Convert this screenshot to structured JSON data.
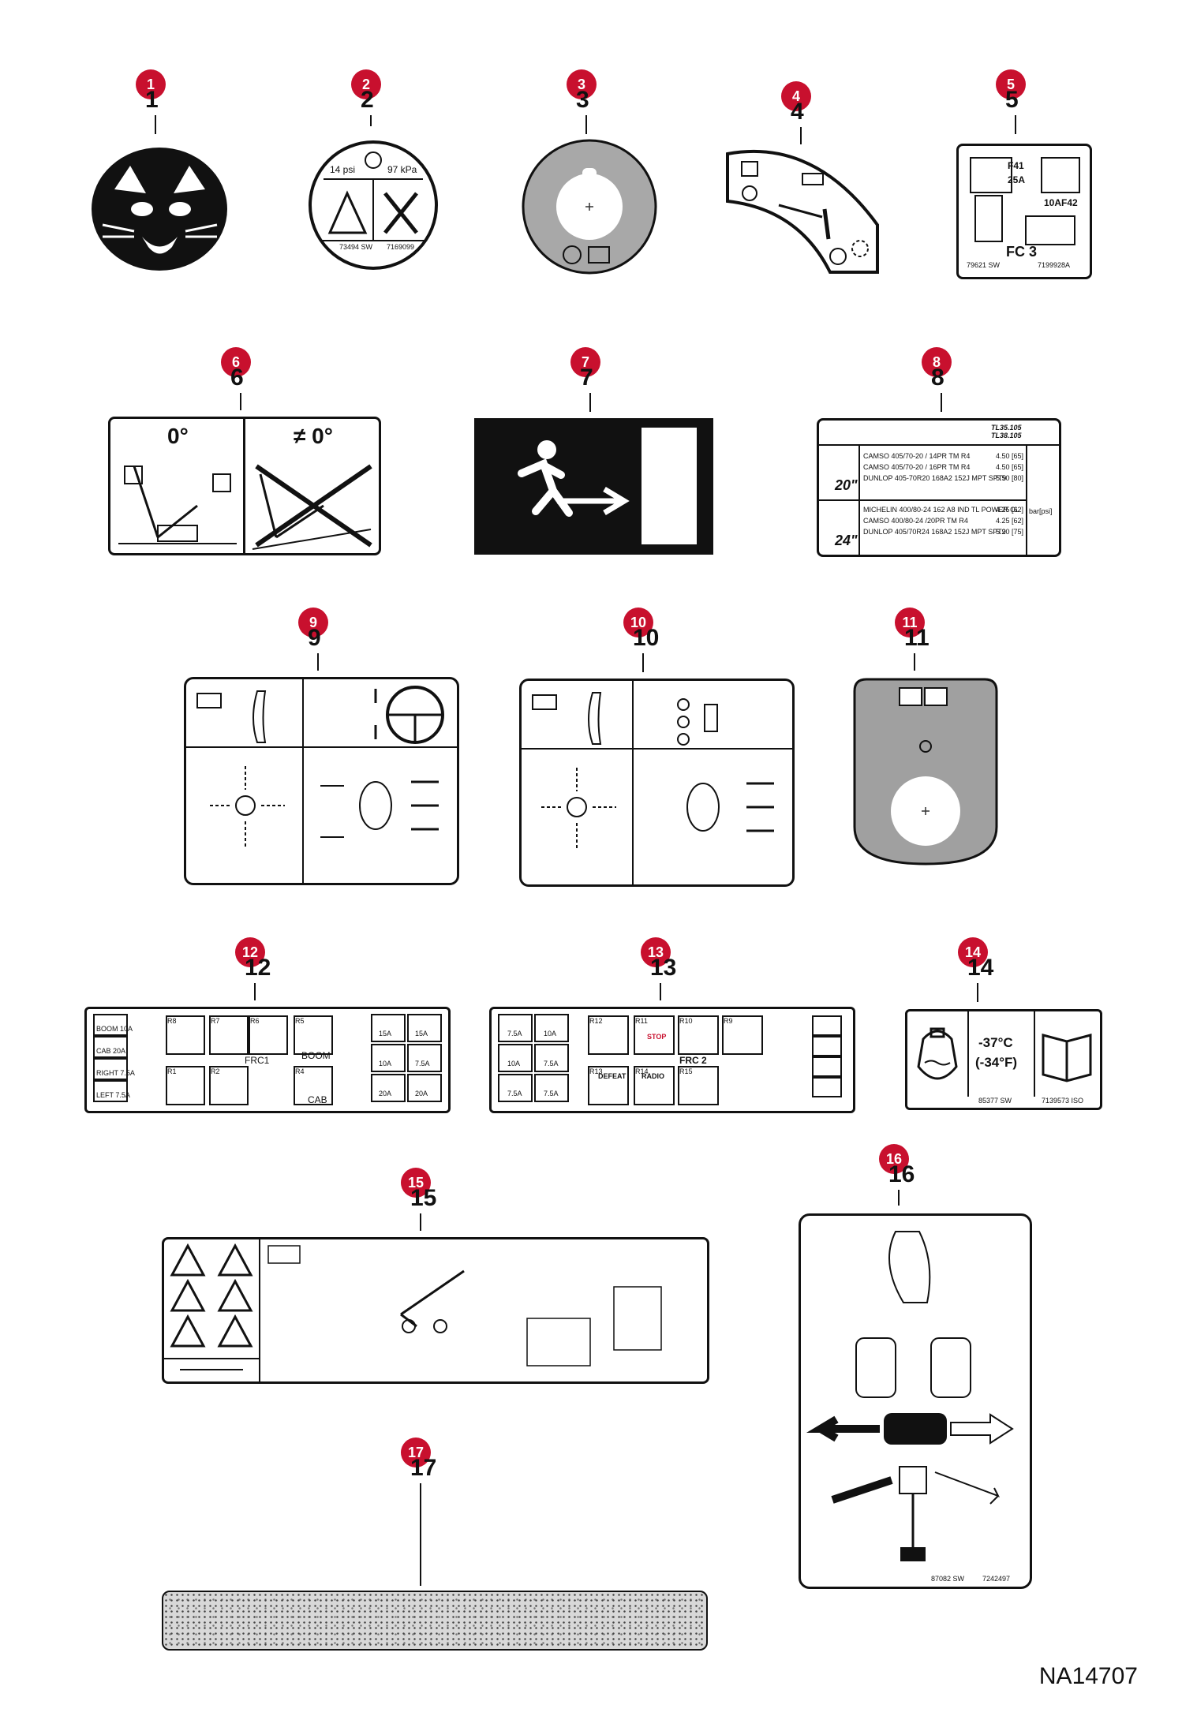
{
  "diagram_ref": "NA14707",
  "callouts": [
    {
      "id": "1"
    },
    {
      "id": "2"
    },
    {
      "id": "3"
    },
    {
      "id": "4"
    },
    {
      "id": "5"
    },
    {
      "id": "6"
    },
    {
      "id": "7"
    },
    {
      "id": "8"
    },
    {
      "id": "9"
    },
    {
      "id": "10"
    },
    {
      "id": "11"
    },
    {
      "id": "12"
    },
    {
      "id": "13"
    },
    {
      "id": "14"
    },
    {
      "id": "15"
    },
    {
      "id": "16"
    },
    {
      "id": "17"
    }
  ],
  "labels": {
    "tire_pressure": {
      "psi": "14 psi",
      "kpa": "97 kPa",
      "code_left": "73494 SW",
      "code_right": "7169099"
    },
    "fuse_fc3": {
      "f41": "F41",
      "f41_amp": "25A",
      "f42": "F42",
      "f42_amp": "10A",
      "title": "FC 3",
      "code_left": "79621 SW",
      "code_right": "7199928A"
    },
    "level": {
      "ok": "0°",
      "not_ok": "≠ 0°"
    },
    "tires": {
      "title_a": "TL35.105",
      "title_b": "TL38.105",
      "size_20": "20\"",
      "size_24": "24\"",
      "rows_20": [
        {
          "tire": "CAMSO 405/70-20 / 14PR TM R4",
          "pressure": "4.50 [65]"
        },
        {
          "tire": "CAMSO 405/70-20 / 16PR TM R4",
          "pressure": "4.50 [65]"
        },
        {
          "tire": "DUNLOP 405-70R20 168A2 152J MPT SPT9",
          "pressure": "5.50 [80]"
        }
      ],
      "rows_24": [
        {
          "tire": "MICHELIN 400/80-24 162 A8 IND TL POWER CL",
          "pressure": "4.25 [62]"
        },
        {
          "tire": "CAMSO 400/80-24 /20PR TM R4",
          "pressure": "4.25 [62]"
        },
        {
          "tire": "DUNLOP 405/70R24 168A2 152J MPT SPT9",
          "pressure": "5.20 [75]"
        }
      ],
      "unit": "bar[psi]"
    },
    "fuse_frc1": {
      "title": "FRC1",
      "left": [
        "BOOM 10A",
        "CAB 20A",
        "RIGHT 7.5A",
        "LEFT 7.5A"
      ],
      "relays": [
        "R8",
        "R7",
        "R6",
        "R5",
        "R1",
        "R2",
        "R4"
      ],
      "boom": "BOOM",
      "cab": "CAB",
      "right_col": [
        "15A",
        "15A",
        "10A",
        "7.5A",
        "20A",
        "20A"
      ]
    },
    "fuse_frc2": {
      "title": "FRC 2",
      "relays": [
        "R12",
        "R11",
        "R10",
        "R9",
        "R13",
        "R14",
        "R15"
      ],
      "stop": "STOP",
      "defeat": "DEFEAT",
      "radio": "RADIO",
      "amps": [
        "7.5A",
        "10A",
        "10A",
        "7.5A",
        "7.5A",
        "7.5A"
      ]
    },
    "cold_start": {
      "temp_c": "-37°C",
      "temp_f": "(-34°F)",
      "code_left": "85377 SW",
      "code_right": "7139573 ISO"
    },
    "joystick": {
      "code_left": "87082 SW",
      "code_right": "7242497"
    }
  }
}
